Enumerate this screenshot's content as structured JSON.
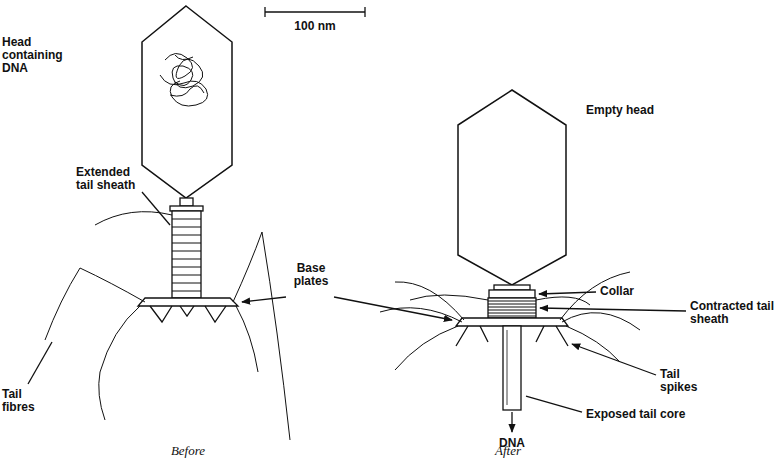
{
  "diagram": {
    "labels": [
      "Head containing DNA",
      "100 nm",
      "Extended tail sheath",
      "Base plates",
      "Tail fibres",
      "Empty head",
      "Collar",
      "Contracted tail sheath",
      "Tail spikes",
      "Exposed tail core",
      "DNA",
      "Before",
      "After"
    ]
  }
}
